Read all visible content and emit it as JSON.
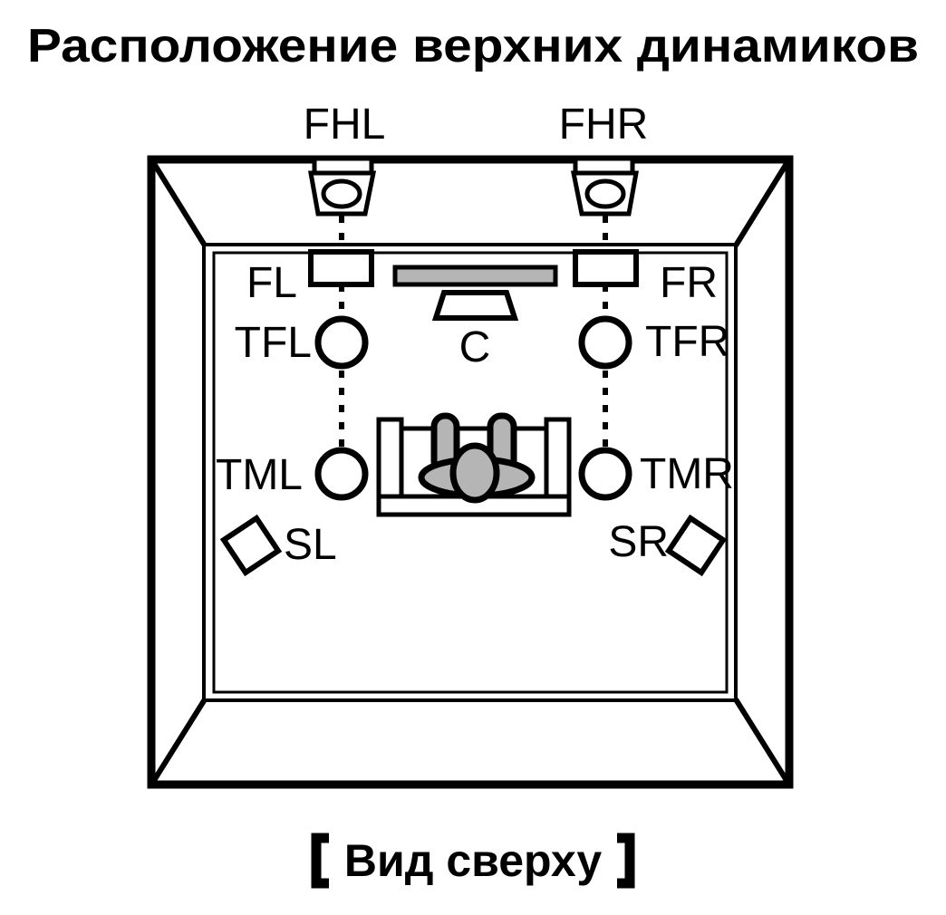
{
  "title": "Расположение верхних динамиков",
  "caption": {
    "full": "【Вид сверху】",
    "text": "Вид сверху"
  },
  "speaker_labels": {
    "fhl": "FHL",
    "fhr": "FHR",
    "fl": "FL",
    "fr": "FR",
    "c": "C",
    "tfl": "TFL",
    "tfr": "TFR",
    "tml": "TML",
    "tmr": "TMR",
    "sl": "SL",
    "sr": "SR"
  },
  "colors": {
    "ink": "#000000",
    "gray_fill": "#b5b5b5",
    "background": "#ffffff"
  }
}
